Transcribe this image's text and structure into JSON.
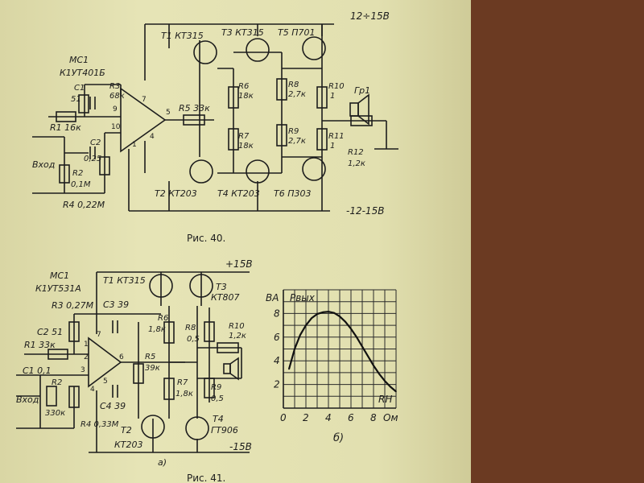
{
  "fig40": {
    "chip_name": "МС1",
    "chip_type": "К1УТ401Б",
    "supply_pos": "12÷15В",
    "supply_neg": "-12-15В",
    "input_label": "Вход",
    "t1": "Т1 КТ315",
    "t3": "Т3 КТ315",
    "t5": "Т5 П701",
    "t2": "Т2 КТ203",
    "t4": "Т4 КТ203",
    "t6": "Т6 П303",
    "c1_name": "С1",
    "c1_val": "51",
    "c2_name": "С2",
    "c2_val": "0,25",
    "r1": "R1 16к",
    "r2_name": "R2",
    "r2_val": "0,1М",
    "r3_name": "R3",
    "r3_val": "68к",
    "r4": "R4 0,22М",
    "r5": "R5 33к",
    "r6_name": "R6",
    "r6_val": "18к",
    "r7_name": "R7",
    "r7_val": "18к",
    "r8_name": "R8",
    "r8_val": "2,7к",
    "r9_name": "R9",
    "r9_val": "2,7к",
    "r10_name": "R10",
    "r10_val": "1",
    "r11_name": "R11",
    "r11_val": "1",
    "r12_name": "R12",
    "r12_val": "1,2к",
    "speaker": "Гр1",
    "pins": [
      "9",
      "7",
      "5",
      "10",
      "1",
      "4"
    ],
    "caption": "Рис. 40."
  },
  "fig41": {
    "chip_name": "МС1",
    "chip_type": "К1УТ531А",
    "supply_pos": "+15В",
    "supply_neg": "-15В",
    "input_label": "Вход",
    "t1": "Т1 КТ315",
    "t3_name": "Т3",
    "t3_type": "КТ807",
    "t2_name": "Т2",
    "t2_type": "КТ203",
    "t4_name": "Т4",
    "t4_type": "ГТ906",
    "r1": "R1 33к",
    "r2_name": "R2",
    "r2_val": "330к",
    "r3": "R3 0,27М",
    "r4": "R4 0,33М",
    "r5_name": "R5",
    "r5_val": "39к",
    "r6_name": "R6",
    "r6_val": "1,8к",
    "r7_name": "R7",
    "r7_val": "1,8к",
    "r8_name": "R8",
    "r8_val": "0,5",
    "r9_name": "R9",
    "r9_val": "0,5",
    "r10_name": "R10",
    "r10_val": "1,2к",
    "c1": "С1 0,1",
    "c2": "С2 51",
    "c3": "С3 39",
    "c4": "С4 39",
    "pins": [
      "1",
      "2",
      "3",
      "4",
      "5",
      "6",
      "7"
    ],
    "sub_a": "а)",
    "caption": "Рис. 41."
  },
  "chart_data": {
    "type": "line",
    "title": "",
    "ylabel_unit": "ВА",
    "ylabel": "Pвых",
    "xlabel": "RН",
    "xlabel_unit": "Ом",
    "subfigure_label": "б)",
    "x_ticks": [
      "0",
      "2",
      "4",
      "6",
      "8"
    ],
    "y_ticks": [
      "2",
      "4",
      "6",
      "8"
    ],
    "xlim": [
      0,
      10
    ],
    "ylim": [
      0,
      10
    ],
    "grid": true,
    "series": [
      {
        "x": [
          0.5,
          1,
          1.5,
          2,
          2.5,
          3,
          3.5,
          4,
          4.5,
          5,
          5.5,
          6,
          6.5,
          7,
          7.5,
          8,
          8.5,
          9,
          9.5,
          10
        ],
        "y": [
          3.3,
          5.0,
          6.2,
          7.0,
          7.6,
          7.95,
          8.1,
          8.15,
          8.05,
          7.75,
          7.3,
          6.7,
          6.0,
          5.2,
          4.4,
          3.6,
          2.9,
          2.3,
          1.8,
          1.4
        ]
      }
    ]
  }
}
